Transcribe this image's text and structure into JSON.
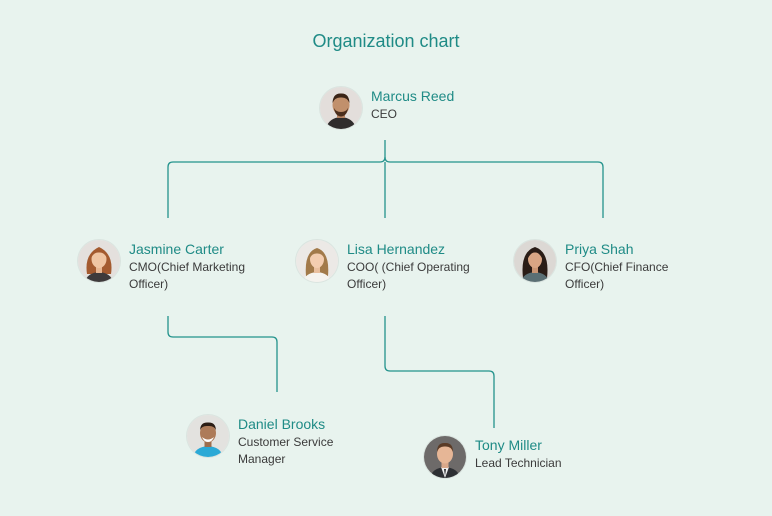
{
  "title": "Organization chart",
  "colors": {
    "accent": "#1f8b86",
    "line": "#23938c",
    "background": "#e8f3ee"
  },
  "people": {
    "ceo": {
      "name": "Marcus Reed",
      "role": "CEO"
    },
    "cmo": {
      "name": "Jasmine Carter",
      "role": "CMO(Chief Marketing Officer)"
    },
    "coo": {
      "name": "Lisa Hernandez",
      "role": "COO( (Chief Operating Officer)"
    },
    "cfo": {
      "name": "Priya Shah",
      "role": "CFO(Chief Finance Officer)"
    },
    "csm": {
      "name": "Daniel Brooks",
      "role": "Customer Service Manager"
    },
    "tech": {
      "name": "Tony Miller",
      "role": "Lead Technician"
    }
  },
  "reports_to": {
    "cmo": "ceo",
    "coo": "ceo",
    "cfo": "ceo",
    "csm": "cmo",
    "tech": "coo"
  }
}
